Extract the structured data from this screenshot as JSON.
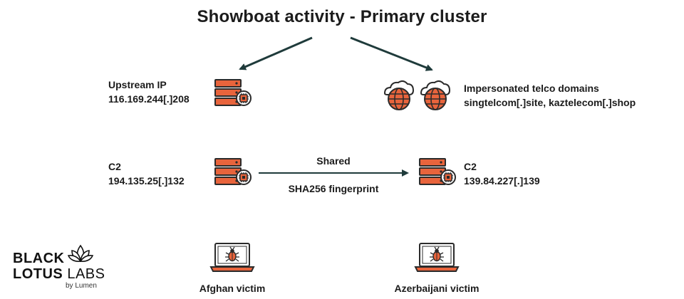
{
  "title": "Showboat activity - Primary cluster",
  "nodes": {
    "upstream": {
      "line1": "Upstream IP",
      "line2": "116.169.244[.]208"
    },
    "domains": {
      "line1": "Impersonated telco domains",
      "line2": "singtelcom[.]site, kaztelecom[.]shop"
    },
    "c2_left": {
      "line1": "C2",
      "line2": "194.135.25[.]132"
    },
    "c2_right": {
      "line1": "C2",
      "line2": "139.84.227[.]139"
    },
    "victim_left": {
      "label": "Afghan victim"
    },
    "victim_right": {
      "label": "Azerbaijani victim"
    }
  },
  "edge_shared": {
    "line1": "Shared",
    "line2": "SHA256 fingerprint"
  },
  "brand": {
    "line1": "BLACK",
    "line2a": "LOTUS",
    "line2b": "LABS",
    "line3": "by Lumen"
  },
  "icons": [
    "server-icon",
    "cloud-globe-icon",
    "laptop-bug-icon",
    "lotus-logo-icon"
  ],
  "colors": {
    "orange": "#e8643c",
    "dark": "#2b2b2b",
    "arrow": "#1f3b3b",
    "cloud": "#ffffff"
  }
}
